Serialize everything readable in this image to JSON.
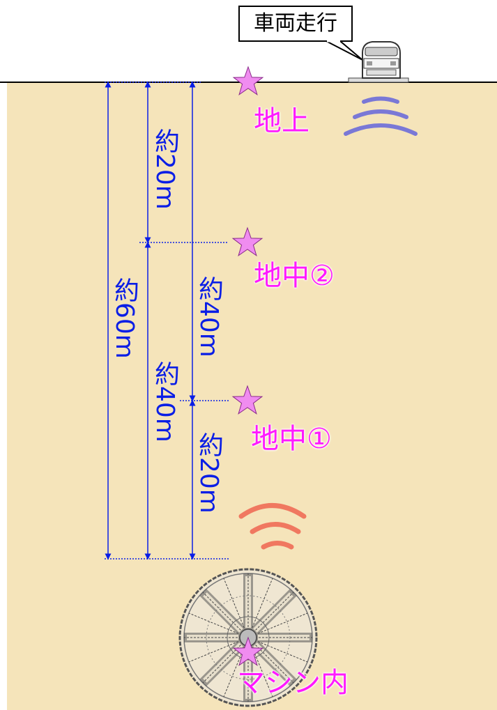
{
  "vehicle_label": "車両走行",
  "points": {
    "surface": "地上",
    "underground2": "地中②",
    "underground1": "地中①",
    "machine": "マシン内"
  },
  "dimensions": {
    "d60": "約60m",
    "d20_top": "約20m",
    "d40_mid": "約40m",
    "d40_right": "約40m",
    "d20_bottom": "約20m"
  },
  "colors": {
    "ground": "#f5e4ba",
    "dimension": "#0a1ee6",
    "point_label": "#ff19ff",
    "star": "#f08cf0",
    "vibration_surface": "#7a78d6",
    "vibration_machine": "#f07860"
  },
  "icons": [
    "vehicle-icon",
    "star-icon",
    "vibration-waves-icon",
    "shield-machine-cutterhead-icon"
  ]
}
